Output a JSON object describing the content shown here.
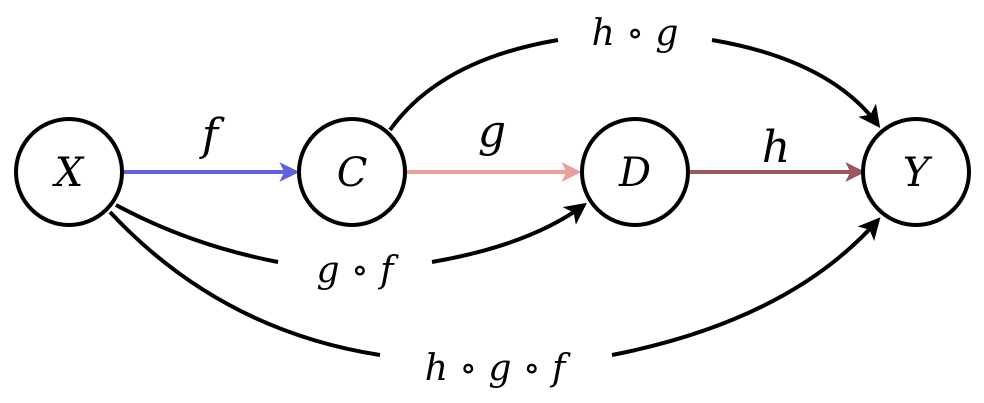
{
  "nodes": {
    "x": "X",
    "c": "C",
    "d": "D",
    "y": "Y"
  },
  "edges": {
    "f": {
      "label": "f",
      "color": "#6060e0"
    },
    "g": {
      "label": "g",
      "color": "#e8a098"
    },
    "h": {
      "label": "h",
      "color": "#985860"
    }
  },
  "compositions": {
    "h_of_g": "h ∘ g",
    "g_of_f": "g ∘ f",
    "h_of_g_of_f": "h ∘ g ∘ f"
  }
}
